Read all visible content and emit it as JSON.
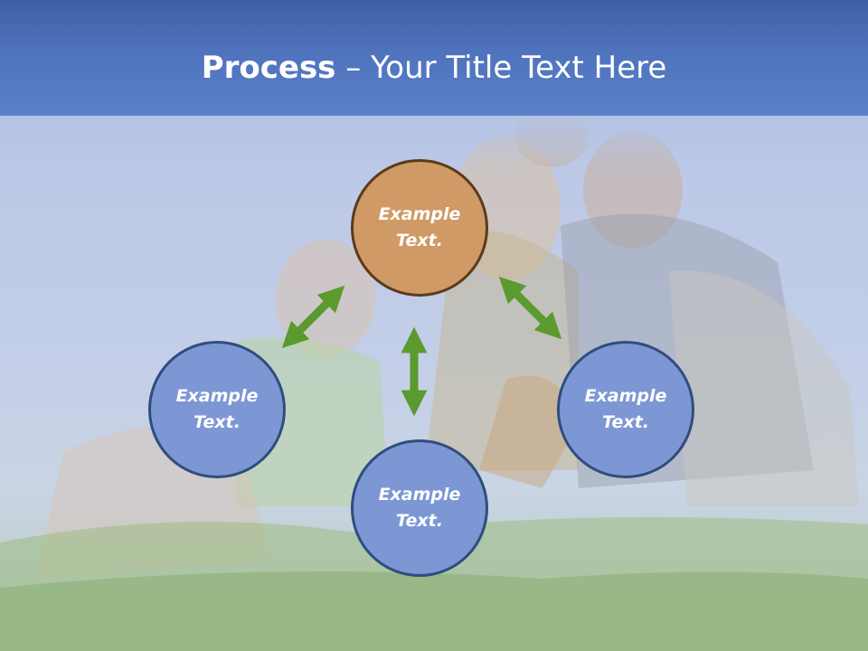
{
  "slide": {
    "title_bold": "Process",
    "title_rest": " – Your Title Text Here"
  },
  "nodes": [
    {
      "id": "top",
      "text": "Example Text.",
      "color": "#cf9a66"
    },
    {
      "id": "left",
      "text": "Example Text.",
      "color": "#7d97d4"
    },
    {
      "id": "right",
      "text": "Example Text.",
      "color": "#7d97d4"
    },
    {
      "id": "bottom",
      "text": "Example Text.",
      "color": "#7d97d4"
    }
  ],
  "colors": {
    "header": "#4f73bd",
    "arrow": "#5a9a2e",
    "circle_blue": "#7d97d4",
    "circle_orange": "#cf9a66"
  }
}
